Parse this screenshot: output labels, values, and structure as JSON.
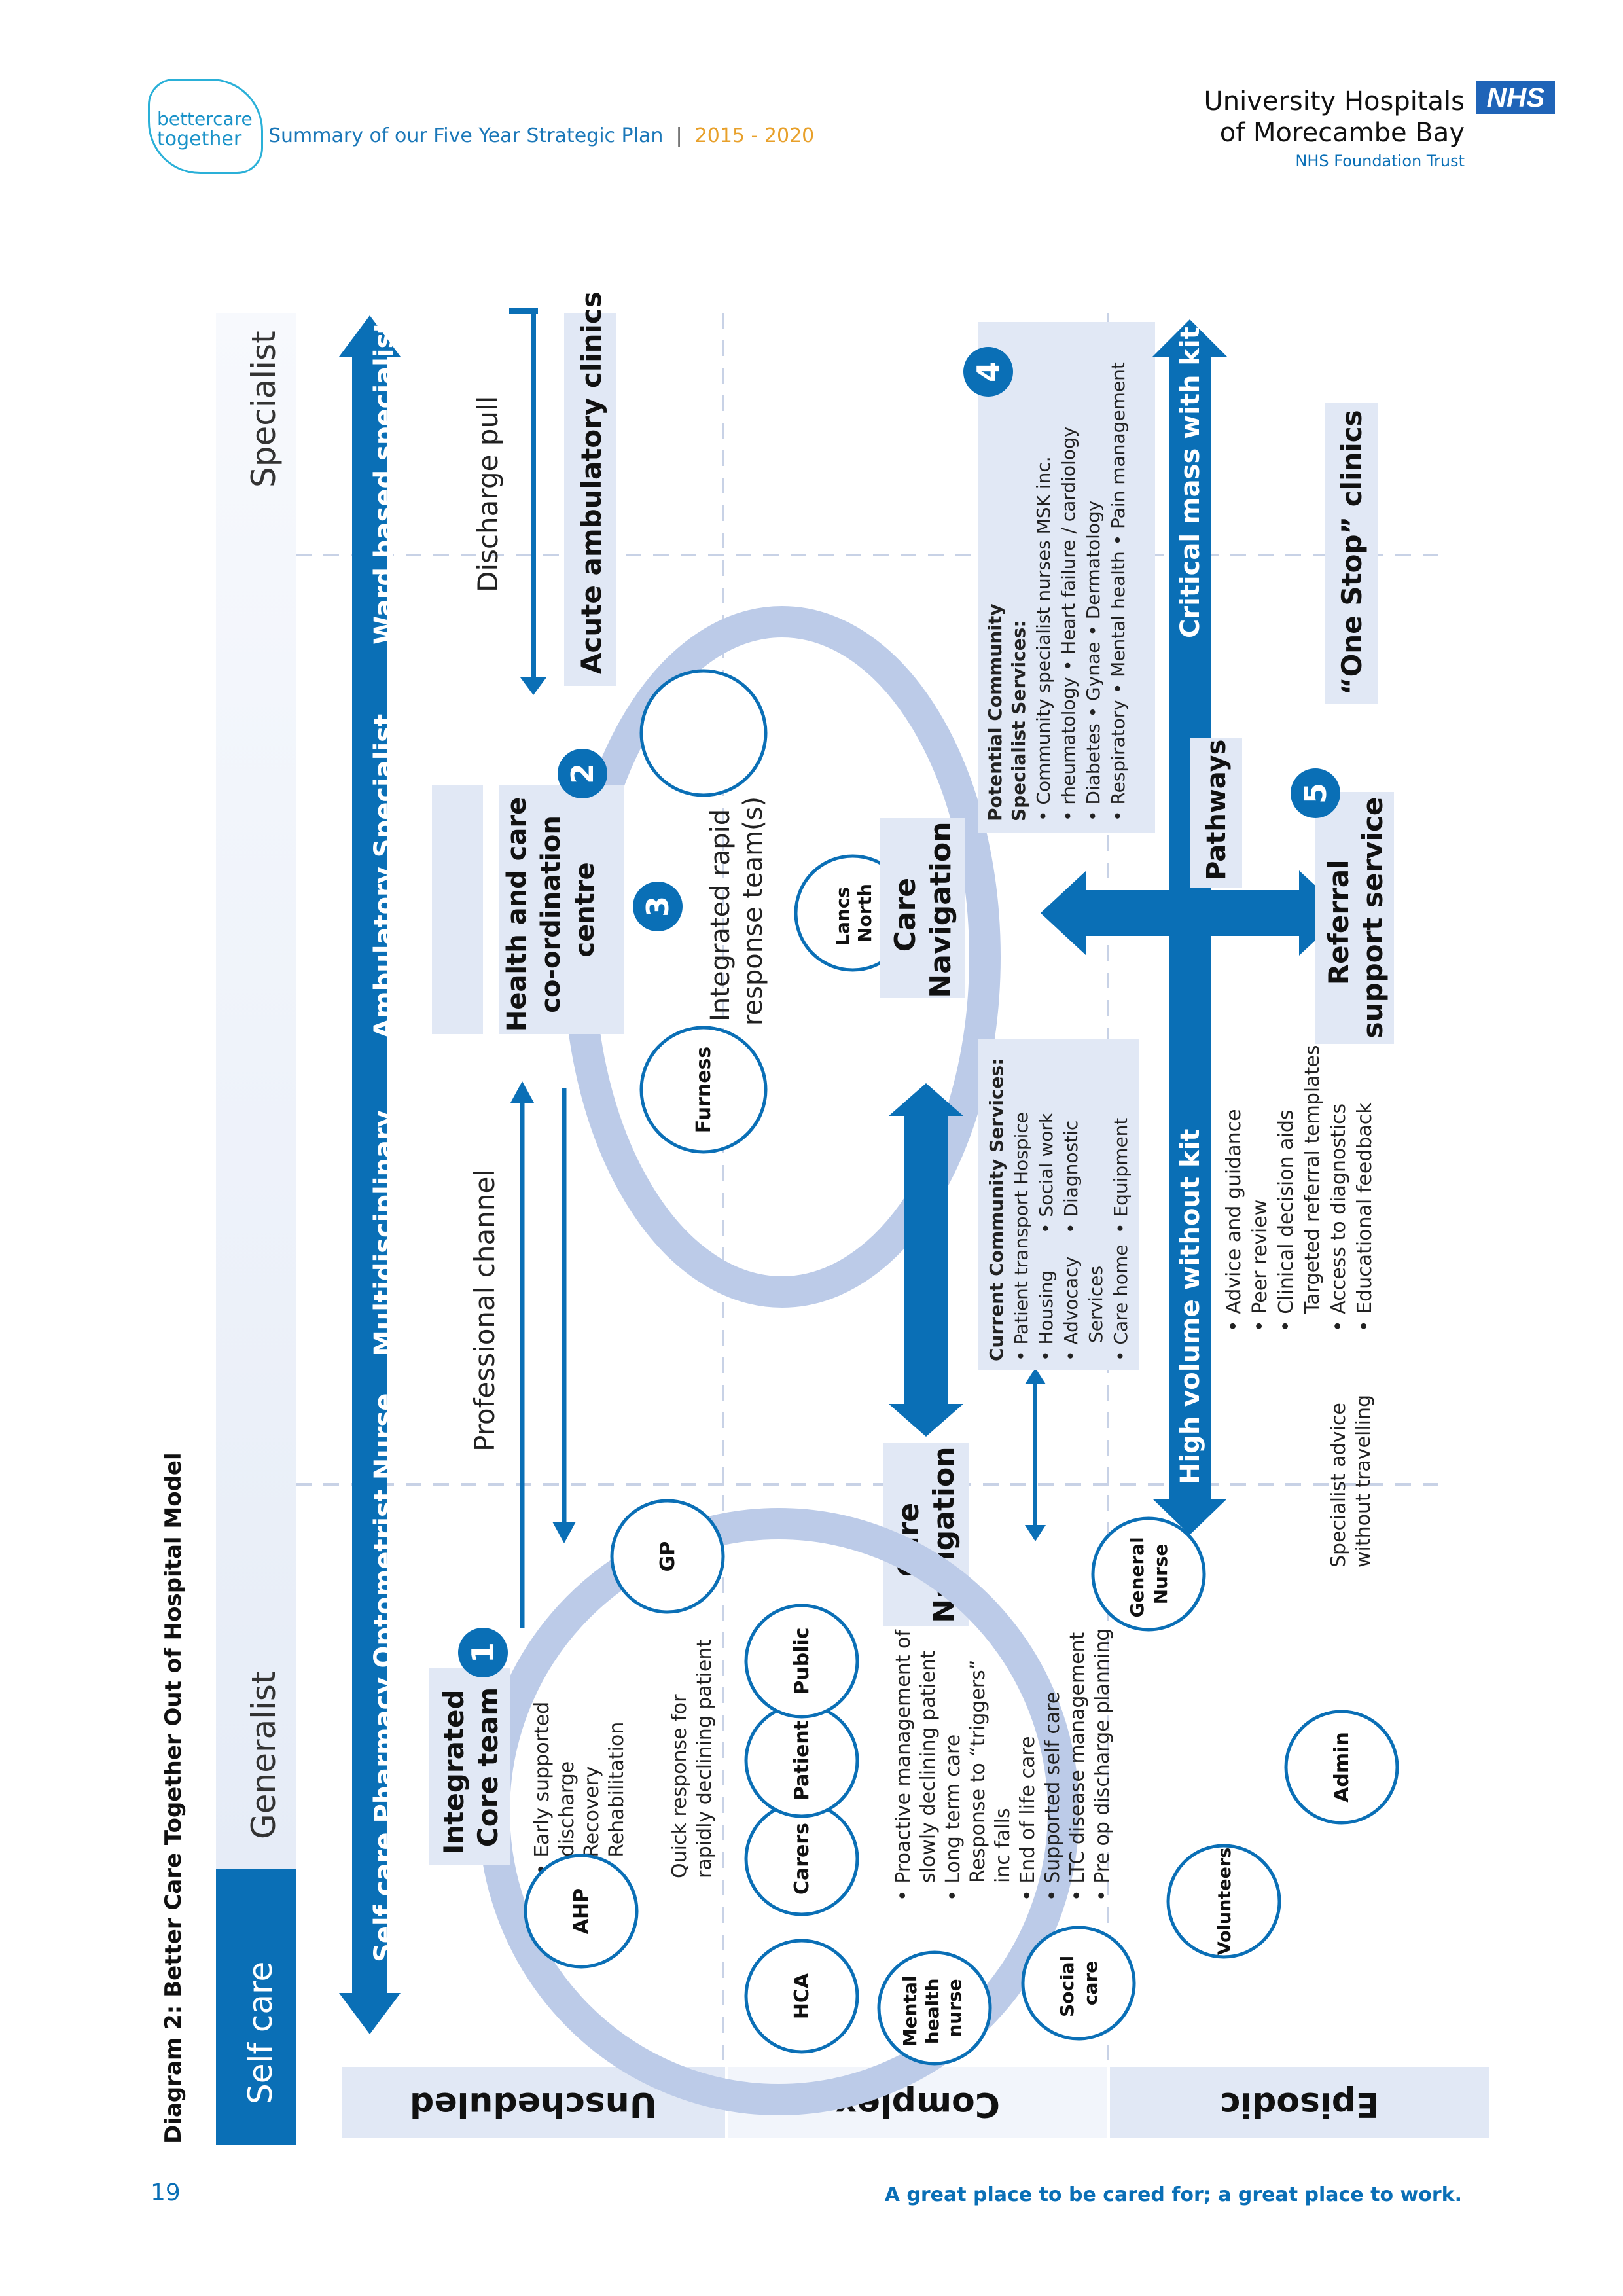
{
  "header": {
    "logo_line1": "bettercare",
    "logo_line2": "together",
    "summary": "Summary of our Five Year Strategic Plan",
    "years": "2015 - 2020",
    "trust_line1": "University Hospitals",
    "trust_line2": "of Morecambe Bay",
    "trust_line3": "NHS Foundation Trust",
    "nhs_badge": "NHS"
  },
  "diagram_title": "Diagram 2: Better Care Together Out of Hospital Model",
  "spectrum": {
    "self_care": "Self care",
    "generalist": "Generalist",
    "specialist": "Specialist"
  },
  "top_arrow_segments": [
    "Self care Pharmacy Optometrist Nurse",
    "Multidisciplinary",
    "Ambulatory Specialist",
    "Ward based specialist"
  ],
  "rows": [
    "Unscheduled",
    "Complex",
    "Episodic"
  ],
  "labels": {
    "discharge_pull": "Discharge pull",
    "acute_clinics": "Acute ambulatory clinics",
    "professional_channel": "Professional channel",
    "health_centre": "Health and care co-ordination centre",
    "integrated_rapid": "Integrated rapid response team(s)",
    "integrated_core": "Integrated Core team",
    "care_navigation_1": "Care Navigation",
    "care_navigation_2": "Care Navigation",
    "high_volume": "High volume without kit",
    "critical_mass": "Critical mass with kit",
    "pathways": "Pathways",
    "referral": "Referral support service",
    "one_stop": "“One Stop” clinics",
    "specialist_advice": "Specialist advice without travelling",
    "quick_response": "Quick response for rapidly declining patient"
  },
  "numbers": [
    "1",
    "2",
    "3",
    "4",
    "5"
  ],
  "circles": {
    "furness": "Furness",
    "lancs_north": "Lancs North",
    "gp": "GP",
    "ahp": "AHP",
    "hca": "HCA",
    "mental_health_nurse": "Mental health nurse",
    "social_care": "Social care",
    "volunteers": "Volunteers",
    "admin": "Admin",
    "general_nurse": "General Nurse",
    "carers": "Carers",
    "patient": "Patient",
    "public": "Public"
  },
  "core_team_list": [
    "Early supported discharge",
    "Recovery",
    "Rehabilitation"
  ],
  "complex_list": [
    "Proactive management of slowly declining patient",
    "Long term care",
    "Response to “triggers” inc falls",
    "End of life care",
    "Supported self care",
    "LTC disease management",
    "Pre op discharge planning"
  ],
  "current_services": {
    "title": "Current Community Services:",
    "items": [
      "Patient transport Hospice",
      "Housing",
      "Social work",
      "Advocacy Services",
      "Diagnostic",
      "Care home",
      "Equipment"
    ]
  },
  "potential_services": {
    "title": "Potential Community Specialist Services:",
    "items": [
      "Community specialist nurses MSK inc.",
      "rheumatology",
      "Heart failure / cardiology",
      "Diabetes",
      "Gynae",
      "Dermatology",
      "Respiratory",
      "Mental health",
      "Pain management"
    ]
  },
  "advice_list": [
    "Advice and guidance",
    "Peer review",
    "Clinical decision aids",
    "Targeted referral templates",
    "Access to diagnostics",
    "Educational feedback"
  ],
  "footer": {
    "page_number": "19",
    "tagline": "A great place to be cared for; a great place to work."
  },
  "colors": {
    "primary": "#0a6fb6",
    "light_blue": "#e1e8f5",
    "ring": "#bccbe8",
    "accent": "#e8a02a"
  }
}
